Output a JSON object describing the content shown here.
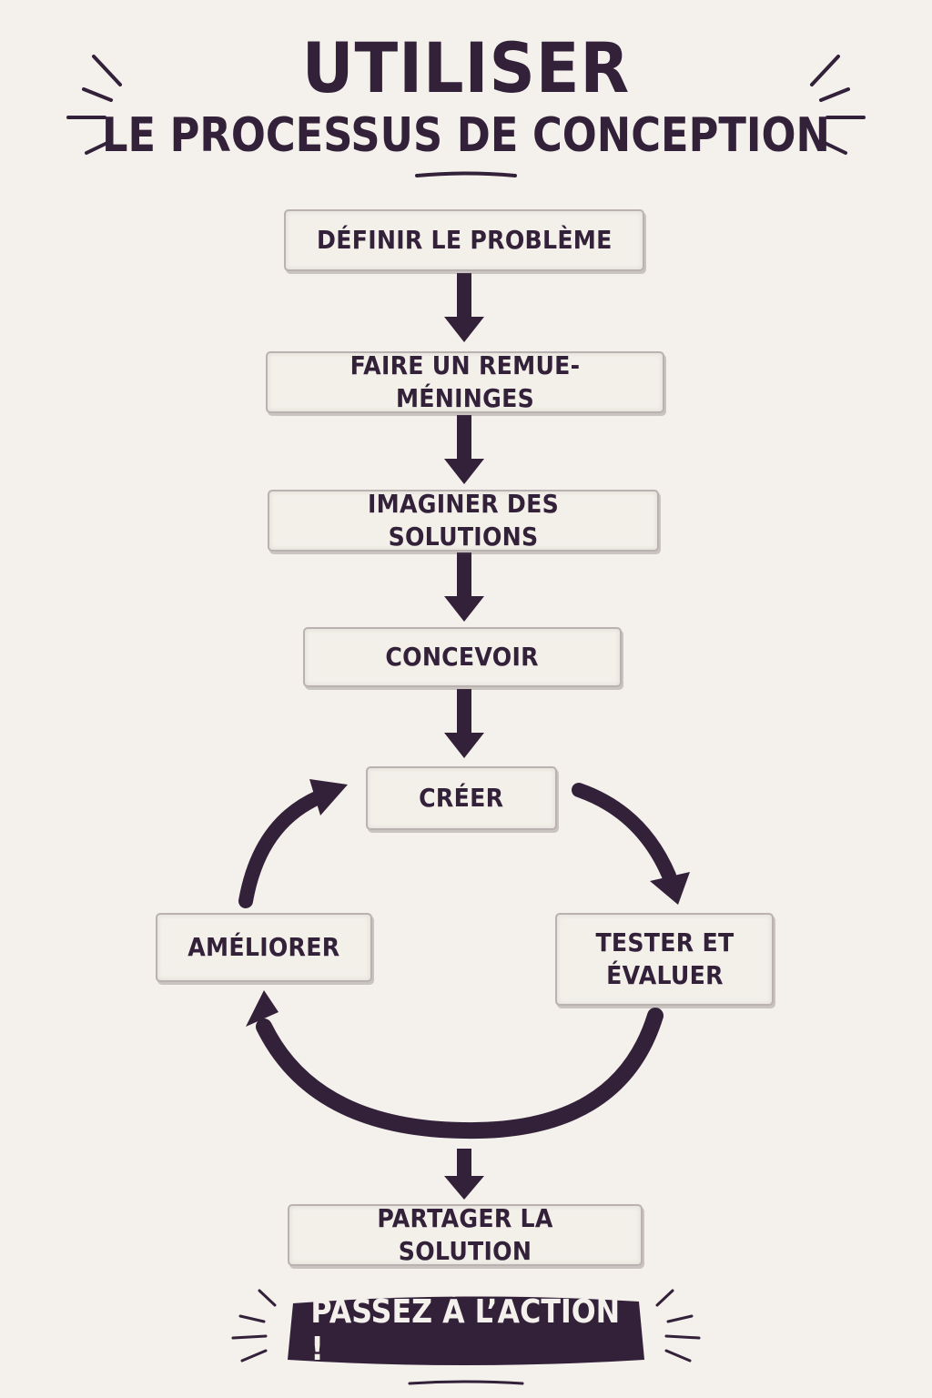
{
  "title": {
    "line1": "UTILISER",
    "line2": "LE PROCESSUS DE CONCEPTION"
  },
  "steps": [
    {
      "label": "DÉFINIR LE PROBLÈME"
    },
    {
      "label": "FAIRE UN REMUE-MÉNINGES"
    },
    {
      "label": "IMAGINER DES SOLUTIONS"
    },
    {
      "label": "CONCEVOIR"
    }
  ],
  "cycle": {
    "top": "CRÉER",
    "right_line1": "TESTER ET",
    "right_line2": "ÉVALUER",
    "left": "AMÉLIORER"
  },
  "final_step": "PARTAGER LA SOLUTION",
  "cta": "PASSEZ À L’ACTION !",
  "colors": {
    "background": "#f4f1ec",
    "ink": "#33213a",
    "box_fill": "#f3f0ea",
    "box_border": "#b9b2b0"
  }
}
